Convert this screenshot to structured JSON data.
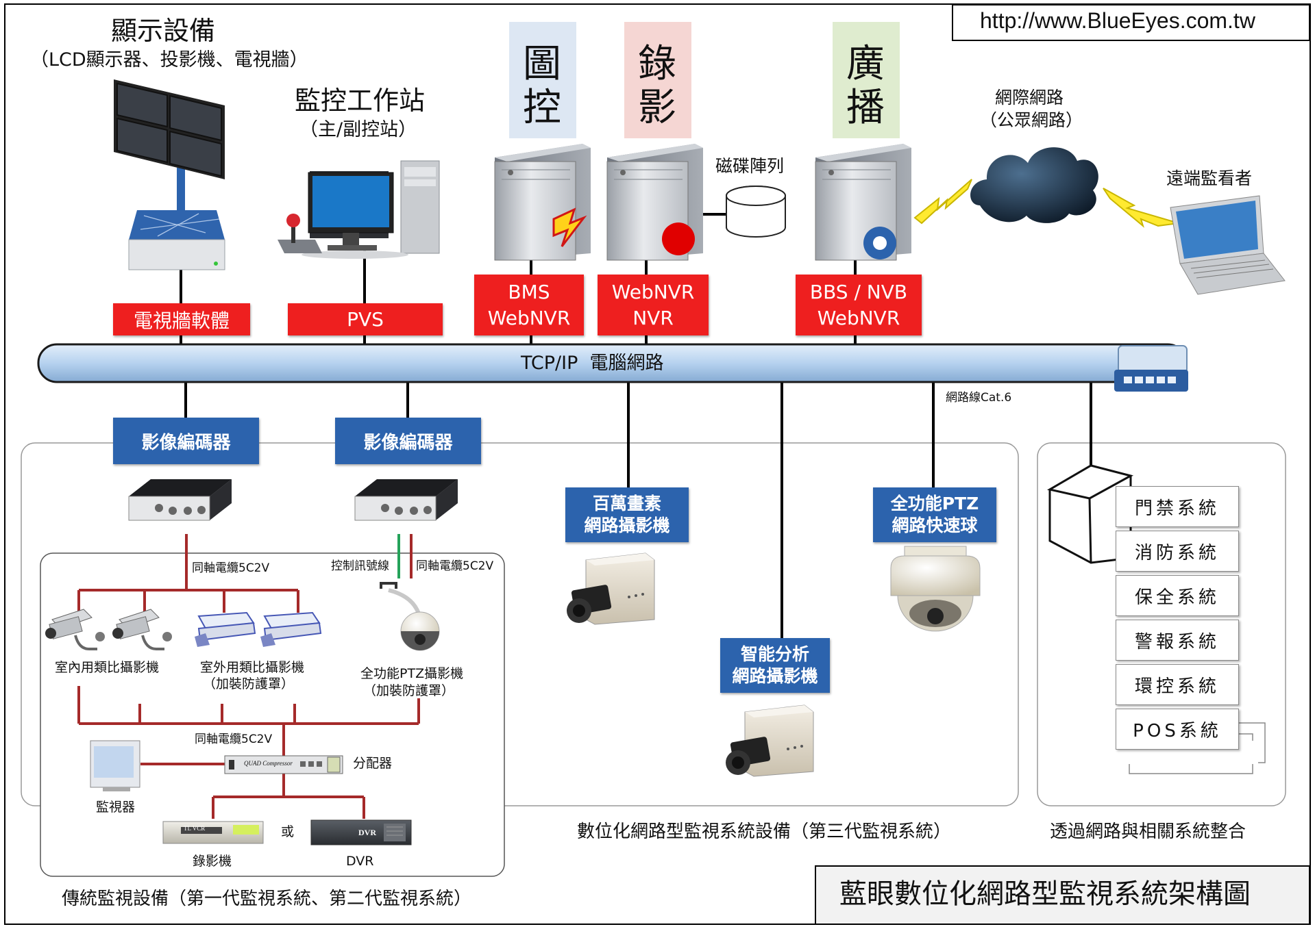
{
  "url": "http://www.BlueEyes.com.tw",
  "display_title": "顯示設備",
  "display_subtitle": "（LCD顯示器、投影機、電視牆）",
  "workstation_title": "監控工作站",
  "workstation_subtitle": "（主/副控站）",
  "group_titles": [
    {
      "chars": [
        "圖",
        "控"
      ],
      "color": "#dde7f3"
    },
    {
      "chars": [
        "錄",
        "影"
      ],
      "color": "#f5d6d3"
    },
    {
      "chars": [
        "廣",
        "播"
      ],
      "color": "#dfeccf"
    }
  ],
  "disk_array": "磁碟陣列",
  "internet_line1": "網際網路",
  "internet_line2": "（公眾網路）",
  "remote_viewer": "遠端監看者",
  "red_labels": {
    "tvwall": "電視牆軟體",
    "pvs": "PVS",
    "bms_1": "BMS",
    "bms_2": "WebNVR",
    "nvr_1": "WebNVR",
    "nvr_2": "NVR",
    "bbs_1": "BBS / NVB",
    "bbs_2": "WebNVR"
  },
  "network_bus": "TCP/IP  電腦網路",
  "cable_cat6": "網路線Cat.6",
  "encoder_1": "影像編碼器",
  "encoder_2": "影像編碼器",
  "coax_1": "同軸電纜5C2V",
  "control_signal": "控制訊號線",
  "coax_2": "同軸電纜5C2V",
  "indoor_camera": "室內用類比攝影機",
  "outdoor_camera_1": "室外用類比攝影機",
  "outdoor_camera_2": "（加裝防護罩）",
  "ptz_camera_1": "全功能PTZ攝影機",
  "ptz_camera_2": "（加裝防護罩）",
  "coax_3": "同軸電纜5C2V",
  "distributor": "分配器",
  "monitor": "監視器",
  "vcr": "錄影機",
  "or_word": "或",
  "dvr": "DVR",
  "vcr_brand": "TL VCR",
  "dvr_brand": "DVR",
  "quad_brand": "QUAD Compressor",
  "megapixel_1": "百萬畫素",
  "megapixel_2": "網路攝影機",
  "smart_1": "智能分析",
  "smart_2": "網路攝影機",
  "ptz_dome_1": "全功能PTZ",
  "ptz_dome_2": "網路快速球",
  "systems": [
    "門禁系統",
    "消防系統",
    "保全系統",
    "警報系統",
    "環控系統",
    "POS系統"
  ],
  "caption_traditional": "傳統監視設備（第一代監視系統、第二代監視系統）",
  "caption_digital": "數位化網路型監視系統設備（第三代監視系統）",
  "caption_integration": "透過網路與相關系統整合",
  "main_title": "藍眼數位化網路型監視系統架構圖",
  "colors": {
    "red": "#ee1f1f",
    "blue": "#2c63ad",
    "bus": "#b7d3ee",
    "cable": "#a52a2a"
  }
}
